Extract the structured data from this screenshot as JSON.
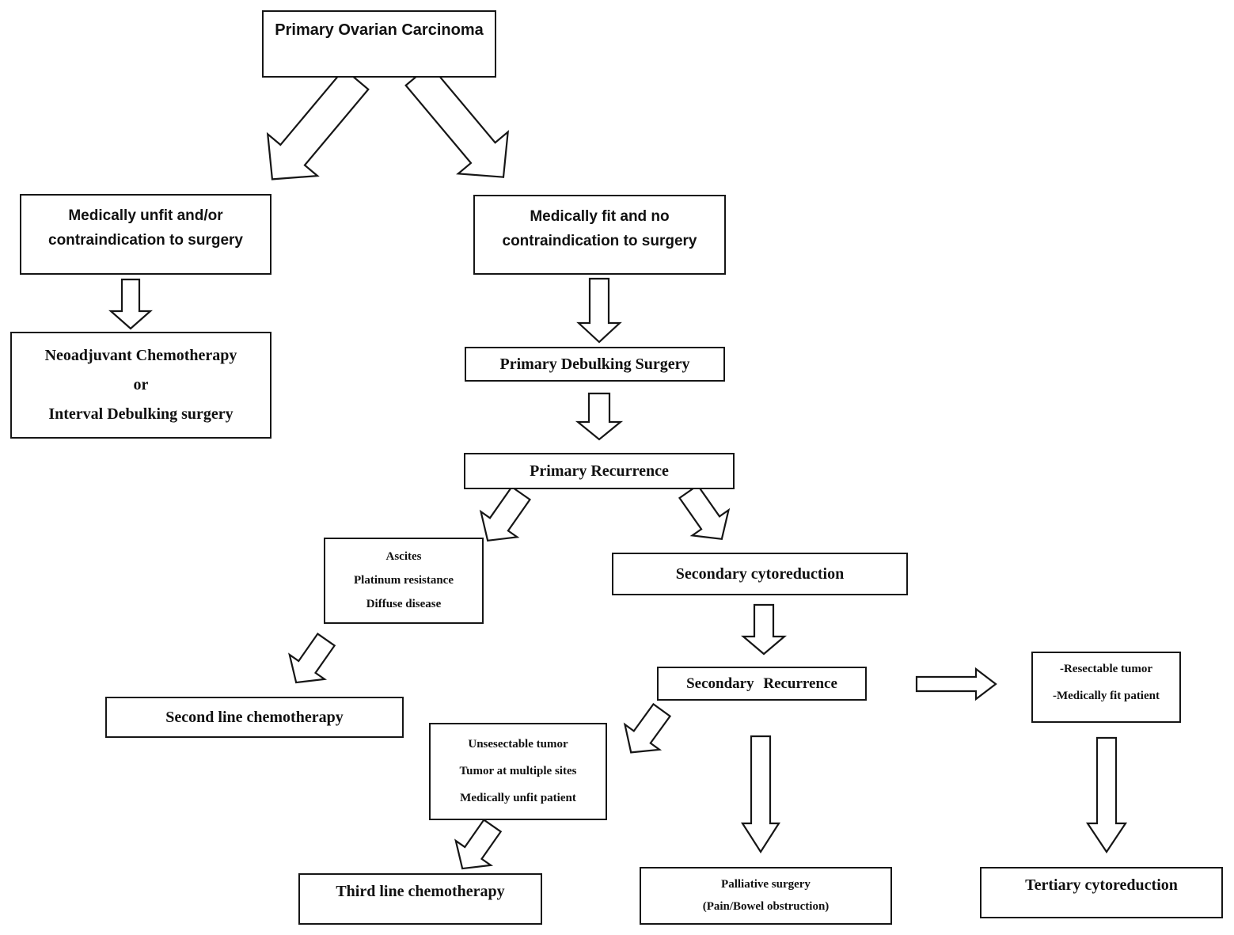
{
  "nodes": {
    "primary_ovarian_carcinoma": {
      "label": "Primary Ovarian Carcinoma"
    },
    "medically_unfit": {
      "line1": "Medically unfit and/or",
      "line2": "contraindication to surgery"
    },
    "medically_fit": {
      "line1": "Medically fit and no",
      "line2": "contraindication to surgery"
    },
    "neoadjuvant": {
      "line1": "Neoadjuvant Chemotherapy",
      "line2": "or",
      "line3": "Interval Debulking surgery"
    },
    "primary_debulking": {
      "label": "Primary Debulking Surgery"
    },
    "primary_recurrence": {
      "label": "Primary Recurrence"
    },
    "ascites_criteria": {
      "line1": "Ascites",
      "line2": "Platinum resistance",
      "line3": "Diffuse disease"
    },
    "secondary_cytoreduction": {
      "label": "Secondary cytoreduction"
    },
    "secondary_recurrence": {
      "label": "Secondary Recurrence"
    },
    "second_line_chemotherapy": {
      "label": "Second line chemotherapy"
    },
    "unresectable_criteria": {
      "line1": "Unsesectable tumor",
      "line2": "Tumor at multiple sites",
      "line3": "Medically unfit patient"
    },
    "resectable_criteria": {
      "line1": "-Resectable tumor",
      "line2": "-Medically fit patient"
    },
    "third_line_chemotherapy": {
      "label": "Third line chemotherapy"
    },
    "palliative_surgery": {
      "line1": "Palliative surgery",
      "line2": "(Pain/Bowel obstruction)"
    },
    "tertiary_cytoreduction": {
      "label": "Tertiary cytoreduction"
    }
  },
  "colors": {
    "background": "#ffffff",
    "box_border": "#161616",
    "text": "#111111"
  }
}
